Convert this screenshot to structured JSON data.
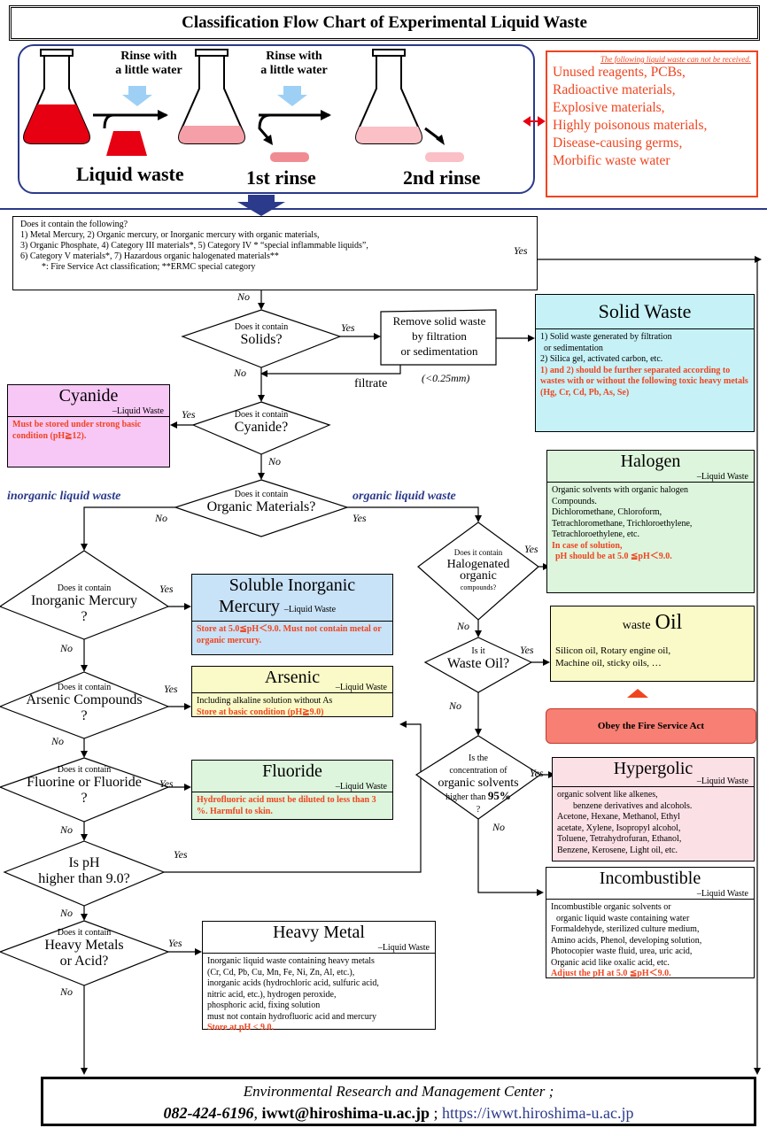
{
  "title": "Classification Flow Chart of Experimental Liquid Waste",
  "rinse": {
    "step1_label": "Rinse with\na little water",
    "step2_label": "Rinse with\na little water",
    "waste_labels": [
      "Liquid waste",
      "1st rinse",
      "2nd rinse"
    ]
  },
  "not_received": {
    "note": "The following liquid waste can not be received.",
    "items": [
      "Unused reagents, PCBs,",
      "Radioactive materials,",
      "Explosive materials,",
      "Highly poisonous materials,",
      "Disease-causing germs,",
      "Morbific waste water"
    ]
  },
  "first_question": {
    "lines": [
      "Does it contain the following?",
      "1) Metal Mercury, 2) Organic mercury, or Inorganic mercury with organic materials,",
      "3) Organic Phosphate, 4) Category III materials*, 5) Category IV * “special inflammable liquids”,",
      "6) Category V materials*, 7) Hazardous organic halogenated materials**",
      "*: Fire Service Act classification; **ERMC special category"
    ]
  },
  "decisions": {
    "solids": [
      "Does it contain",
      "Solids?"
    ],
    "cyanide": [
      "Does it contain",
      "Cyanide?"
    ],
    "organic": [
      "Does it contain",
      "Organic Materials?"
    ],
    "halogenated": [
      "Does it contain",
      "Halogenated",
      "organic",
      "compounds?"
    ],
    "waste_oil": [
      "Is it",
      "Waste Oil?"
    ],
    "solvents": [
      "Is the",
      "concentration of",
      "organic solvents",
      "higher than",
      "95%",
      "?"
    ],
    "mercury": [
      "Does it contain",
      "Inorganic Mercury",
      "?"
    ],
    "arsenic": [
      "Does it contain",
      "Arsenic Compounds",
      "?"
    ],
    "fluorine": [
      "Does it contain",
      "Fluorine or Fluoride",
      "?"
    ],
    "ph": [
      "Is pH",
      "higher than 9.0?"
    ],
    "heavy": [
      "Does it contain",
      "Heavy Metals",
      "or Acid?"
    ]
  },
  "process": {
    "remove_solid": [
      "Remove solid waste",
      "by filtration",
      "or sedimentation"
    ],
    "size": "(<0.25mm)",
    "filtrate": "filtrate"
  },
  "yes": "Yes",
  "no": "No",
  "branches": {
    "inorganic": "inorganic liquid waste",
    "organic": "organic liquid waste"
  },
  "categories": {
    "solid": {
      "title": "Solid Waste",
      "lines": [
        "1) Solid waste generated by filtration",
        "or sedimentation",
        "2) Silica gel, activated carbon, etc."
      ],
      "red": "1) and 2) should be further separated according to wastes with or without the following toxic heavy metals (Hg, Cr, Cd, Pb, As, Se)"
    },
    "cyanide": {
      "title": "Cyanide",
      "sub": "–Liquid Waste",
      "red": "Must be stored under strong basic condition (pH≧12)."
    },
    "halogen": {
      "title": "Halogen",
      "sub": "–Liquid Waste",
      "lines": [
        "Organic solvents with organic halogen",
        "Compounds.",
        "Dichloromethane, Chloroform,",
        "Tetrachloromethane, Trichloroethylene,",
        "Tetrachloroethylene, etc."
      ],
      "red": [
        "In case of solution,",
        "pH should be at 5.0 ≦pH＜9.0."
      ]
    },
    "oil": {
      "pre": "waste",
      "title": "Oil",
      "lines": [
        "Silicon oil, Rotary engine oil,",
        "Machine oil, sticky oils, …"
      ]
    },
    "fire": "Obey the Fire Service Act",
    "hypergolic": {
      "title": "Hypergolic",
      "sub": "–Liquid Waste",
      "lines": [
        "organic solvent like alkenes,",
        "benzene derivatives and alcohols.",
        "Acetone, Hexane, Methanol, Ethyl",
        "acetate, Xylene, Isopropyl alcohol,",
        "Toluene, Tetrahydrofuran, Ethanol,",
        "Benzene, Kerosene, Light oil, etc."
      ]
    },
    "incombustible": {
      "title": "Incombustible",
      "sub": "–Liquid Waste",
      "lines": [
        "Incombustible organic solvents or",
        "organic liquid waste containing water",
        "Formaldehyde, sterilized culture medium,",
        "Amino acids,  Phenol, developing solution,",
        "Photocopier waste fluid, urea, uric acid,",
        "Organic acid like oxalic acid, etc."
      ],
      "red": "Adjust the pH at 5.0 ≦pH＜9.0."
    },
    "mercury": {
      "title1": "Soluble Inorganic",
      "title2": "Mercury",
      "sub": "–Liquid Waste",
      "red": "Store at 5.0≦pH＜9.0.  Must not contain metal or organic mercury."
    },
    "arsenic": {
      "title": "Arsenic",
      "sub": "–Liquid Waste",
      "line": "Including alkaline solution without As",
      "red": "Store at basic condition (pH≧9.0)"
    },
    "fluoride": {
      "title": "Fluoride",
      "sub": "–Liquid Waste",
      "red": "Hydrofluoric acid must be diluted to less than 3 %.  Harmful to skin."
    },
    "heavy": {
      "title": "Heavy Metal",
      "sub": "–Liquid Waste",
      "lines": [
        "Inorganic liquid waste containing heavy metals",
        "(Cr, Cd, Pb, Cu, Mn, Fe, Ni, Zn, Al, etc.),",
        "inorganic acids (hydrochloric acid, sulfuric acid,",
        "nitric acid, etc.), hydrogen peroxide,",
        "phosphoric acid, fixing solution",
        "must not contain hydrofluoric acid and mercury"
      ],
      "red": "Store at pH < 9.0."
    }
  },
  "footer": {
    "name": "Environmental Research and Management Center ;",
    "phone": "082-424-6196",
    "email": "iwwt@hiroshima-u.ac.jp",
    "sep": ";",
    "url": "https://iwwt.hiroshima-u.ac.jp"
  },
  "colors": {
    "red": "#f0441f",
    "navy": "#2b3a8a",
    "solid": "#c6f2f7",
    "cyanide": "#f7c7f5",
    "halogen": "#dcf5dc",
    "oil": "#fafac8",
    "hypergolic": "#fbe0e6",
    "mercury": "#c8e2f7",
    "arsenic": "#fafac8",
    "fluoride": "#dcf5dc",
    "fire": "#f77f74"
  }
}
